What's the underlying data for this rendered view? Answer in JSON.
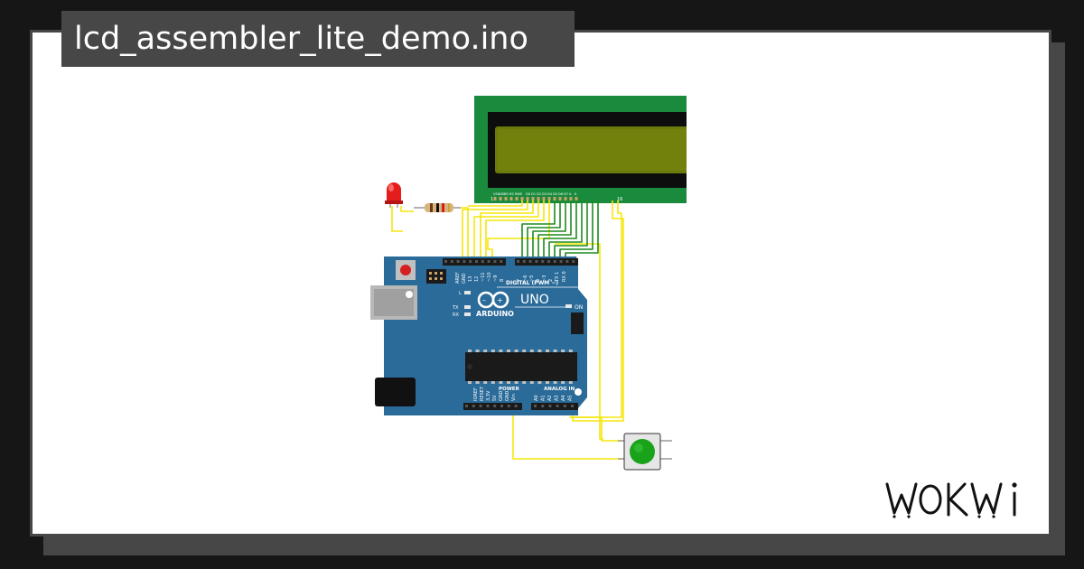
{
  "project": {
    "filename": "lcd_assembler_lite_demo.ino"
  },
  "lcd": {
    "pin_labels": [
      "VSS",
      "VDD",
      "V0",
      "RS",
      "RW",
      "E",
      "D0",
      "D1",
      "D2",
      "D3",
      "D4",
      "D5",
      "D6",
      "D7",
      "A",
      "K"
    ],
    "pin_first": "1",
    "pin_last": "16"
  },
  "arduino": {
    "logo_text": "ARDUINO",
    "model": "UNO",
    "digital_label": "DIGITAL (PWM ~)",
    "power_label": "POWER",
    "analog_label": "ANALOG IN",
    "on_label": "ON",
    "tx_label": "TX",
    "rx_label": "RX",
    "l_label": "L",
    "aref_label": "AREF",
    "gnd_label": "GND",
    "digital_pins": [
      "13",
      "12",
      "~11",
      "~10",
      "~9",
      "8",
      "7",
      "~6",
      "~5",
      "4",
      "~3",
      "2",
      "TX 1",
      "RX 0"
    ],
    "power_pins": [
      "IOREF",
      "RESET",
      "3.3V",
      "5V",
      "GND",
      "GND",
      "Vin"
    ],
    "analog_pins": [
      "A0",
      "A1",
      "A2",
      "A3",
      "A4",
      "A5"
    ]
  },
  "colors": {
    "background": "#161616",
    "card": "#ffffff",
    "frame": "#474747",
    "title_text": "#ffffff",
    "board": "#2b6b99",
    "lcd_frame": "#1a8a3c",
    "lcd_screen": "#6b7a0a",
    "wire_yellow": "#f5e60a",
    "wire_green": "#1f8a1f",
    "button": "#1aa31a",
    "led": "#e51c1c"
  },
  "brand": {
    "logo_name": "wokwi-logo"
  }
}
